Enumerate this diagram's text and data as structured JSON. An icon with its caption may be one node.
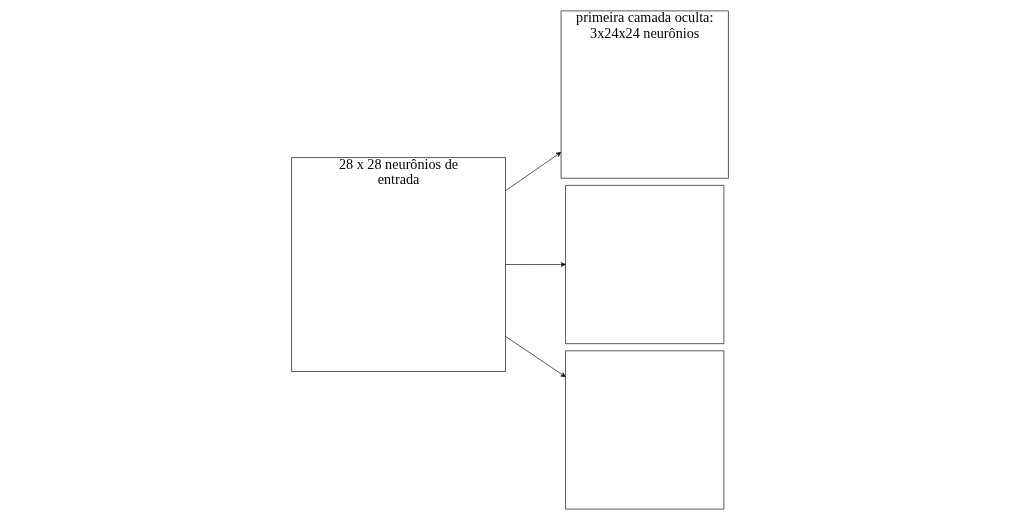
{
  "diagram": {
    "nodes": [
      {
        "text": [
          "28 x 28 neurônios de entrada"
        ]
      },
      {
        "text": [],
        "shape": "box"
      },
      {
        "text": [],
        "shape": "box"
      },
      {
        "text": [
          "primeira camada oculta: 3x24x24 neurônios"
        ]
      }
    ],
    "edges": [
      {
        "from": 0,
        "to": 3,
        "arrow": "to"
      },
      {
        "from": 0,
        "to": 2,
        "arrow": "to"
      },
      {
        "from": 0,
        "to": 1,
        "arrow": "to"
      }
    ]
  }
}
